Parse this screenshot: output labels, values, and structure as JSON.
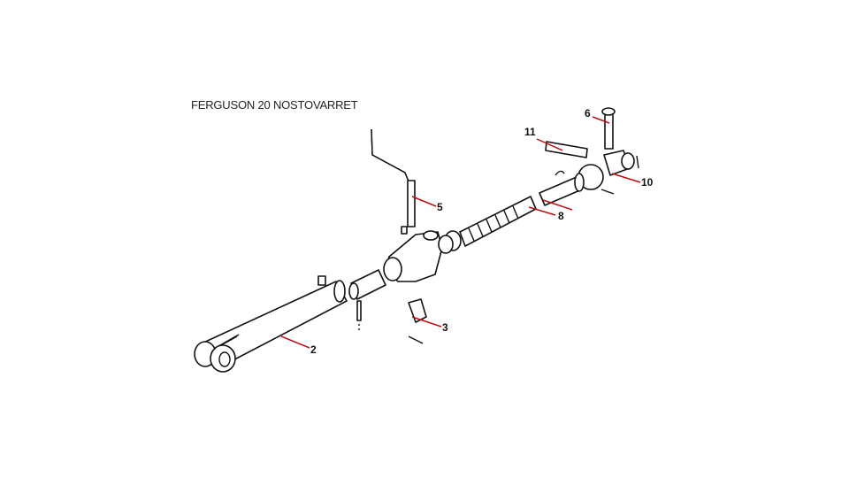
{
  "title": "FERGUSON 20 NOSTOVARRET",
  "callouts": [
    {
      "id": "2",
      "label": "2"
    },
    {
      "id": "3",
      "label": "3"
    },
    {
      "id": "5",
      "label": "5"
    },
    {
      "id": "6",
      "label": "6"
    },
    {
      "id": "8",
      "label": "8"
    },
    {
      "id": "10",
      "label": "10"
    },
    {
      "id": "11",
      "label": "11"
    }
  ],
  "colors": {
    "leader": "#bb1111",
    "line": "#111111"
  }
}
